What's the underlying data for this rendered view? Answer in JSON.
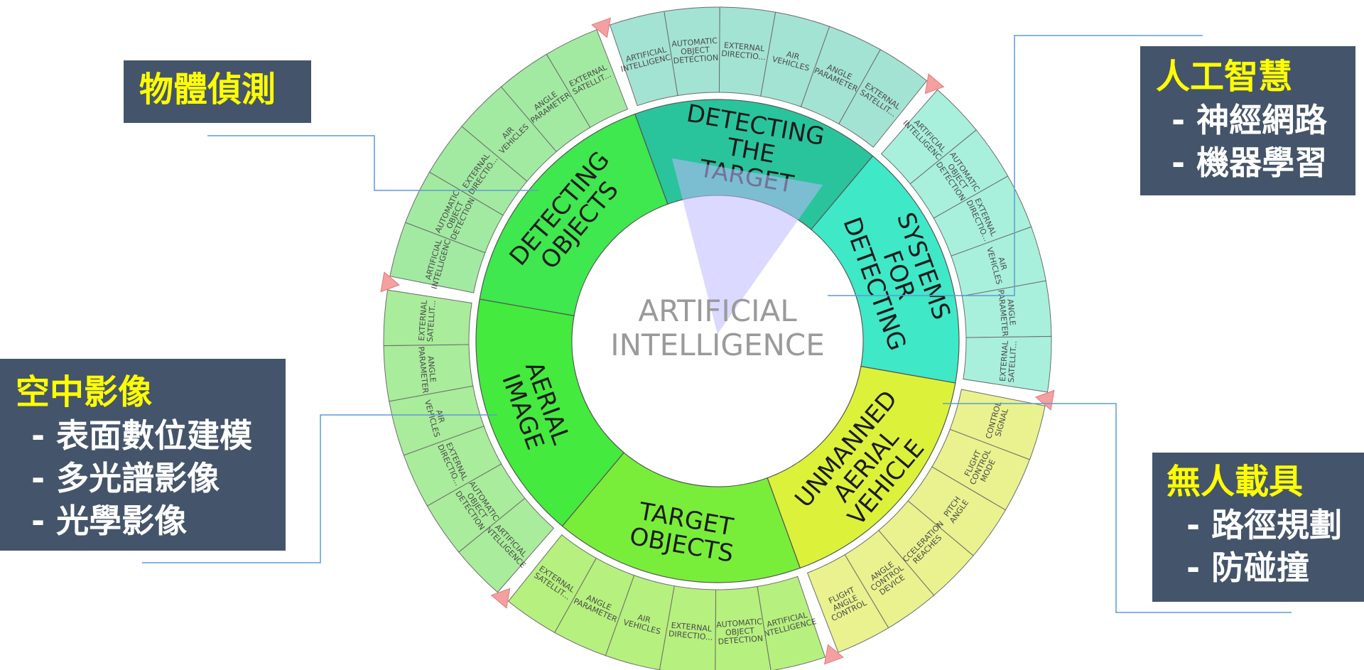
{
  "center_label": [
    "ARTIFICIAL",
    "INTELLIGENCE"
  ],
  "colors": {
    "callout_bg": "#44546a",
    "callout_title": "#ffff00",
    "callout_text": "#ffffff",
    "leader_line": "#5b9bd5",
    "marker": "#f4a0a0"
  },
  "segments": [
    {
      "name": "DETECTING THE TARGET",
      "lines": [
        "DETECTING",
        "THE",
        "TARGET"
      ],
      "color": "#2ac49c",
      "outer_color": "#a3e3d3",
      "sub": [
        "ARTIFICIAL INTELLIGENCE",
        "AUTOMATIC OBJECT DETECTION",
        "EXTERNAL DIRECTIO...",
        "AIR VEHICLES",
        "ANGLE PARAMETER",
        "EXTERNAL SATELLIT..."
      ]
    },
    {
      "name": "SYSTEMS FOR DETECTING",
      "lines": [
        "SYSTEMS",
        "FOR",
        "DETECTING"
      ],
      "color": "#3fe8c6",
      "outer_color": "#a8f0dc",
      "sub": [
        "ARTIFICIAL INTELLIGENCE",
        "AUTOMATIC OBJECT DETECTION",
        "EXTERNAL DIRECTIO...",
        "AIR VEHICLES",
        "ANGLE PARAMETER",
        "EXTERNAL SATELLIT..."
      ]
    },
    {
      "name": "UNMANNED AERIAL VEHICLE",
      "lines": [
        "UNMANNED",
        "AERIAL",
        "VEHICLE"
      ],
      "color": "#dcf23a",
      "outer_color": "#e9f28e",
      "sub": [
        "CONTROL SIGNAL",
        "FLIGHT CONTROL MODE",
        "PITCH ANGLE",
        "ACCELERATION REACHES",
        "ANGLE CONTROL DEVICE",
        "FLIGHT ANGLE CONTROL"
      ]
    },
    {
      "name": "TARGET OBJECTS",
      "lines": [
        "TARGET",
        "OBJECTS"
      ],
      "color": "#78ee3a",
      "outer_color": "#b6f07e",
      "sub": [
        "ARTIFICIAL INTELLIGENCE",
        "AUTOMATIC OBJECT DETECTION",
        "EXTERNAL DIRECTIO...",
        "AIR VEHICLES",
        "ANGLE PARAMETER",
        "EXTERNAL SATELLIT..."
      ]
    },
    {
      "name": "AERIAL IMAGE",
      "lines": [
        "AERIAL",
        "IMAGE"
      ],
      "color": "#44ea3e",
      "outer_color": "#a9ec9b",
      "sub": [
        "ARTIFICIAL INTELLIGENCE",
        "AUTOMATIC OBJECT DETECTION",
        "EXTERNAL DIRECTIO...",
        "AIR VEHICLES",
        "ANGLE PARAMETER",
        "EXTERNAL SATELLIT..."
      ]
    },
    {
      "name": "DETECTING OBJECTS",
      "lines": [
        "DETECTING",
        "OBJECTS"
      ],
      "color": "#3ee84e",
      "outer_color": "#a2eaa2",
      "sub": [
        "ARTIFICIAL INTELLIGENCE",
        "AUTOMATIC OBJECT DETECTION",
        "EXTERNAL DIRECTIO...",
        "AIR VEHICLES",
        "ANGLE PARAMETER",
        "EXTERNAL SATELLIT..."
      ]
    }
  ],
  "callouts": {
    "object_detection": {
      "title": "物體偵測"
    },
    "ai": {
      "title": "人工智慧",
      "items": [
        "- 神經網路",
        "- 機器學習"
      ]
    },
    "aerial": {
      "title": "空中影像",
      "items": [
        "- 表面數位建模",
        "- 多光譜影像",
        "- 光學影像"
      ]
    },
    "uav": {
      "title": "無人載具",
      "items": [
        "- 路徑規劃",
        "- 防碰撞"
      ]
    }
  }
}
